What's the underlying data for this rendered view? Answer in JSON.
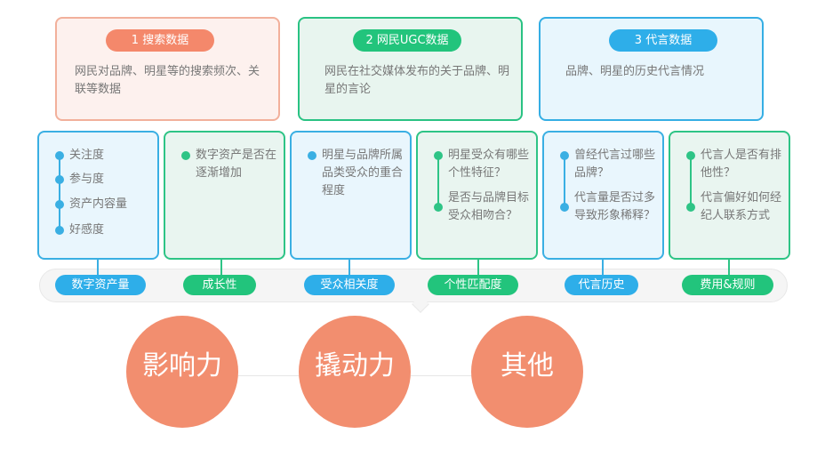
{
  "sources": [
    {
      "label": "1 搜索数据",
      "description": "网民对品牌、明星等的搜索频次、关联等数据",
      "color": "#f4886b"
    },
    {
      "label": "2  网民UGC数据",
      "description": "网民在社交媒体发布的关于品牌、明星的言论",
      "color": "#22c47c"
    },
    {
      "label": "3 代言数据",
      "description": "品牌、明星的历史代言情况",
      "color": "#2eaee9"
    }
  ],
  "metrics": [
    {
      "tag": "数字资产量",
      "color": "blue",
      "items": [
        "关注度",
        "参与度",
        "资产内容量",
        "好感度"
      ]
    },
    {
      "tag": "成长性",
      "color": "green",
      "items": [
        "数字资产是否在逐渐增加"
      ]
    },
    {
      "tag": "受众相关度",
      "color": "blue",
      "items": [
        "明星与品牌所属品类受众的重合程度"
      ]
    },
    {
      "tag": "个性匹配度",
      "color": "green",
      "items": [
        "明星受众有哪些个性特征？",
        "是否与品牌目标受众相吻合？"
      ]
    },
    {
      "tag": "代言历史",
      "color": "blue",
      "items": [
        "曾经代言过哪些品牌？",
        "代言量是否过多导致形象稀释？"
      ]
    },
    {
      "tag": "费用&规则",
      "color": "green",
      "items": [
        "代言人是否有排他性？",
        "代言偏好如何经纪人联系方式"
      ]
    }
  ],
  "categories": [
    "影响力",
    "撬动力",
    "其他"
  ],
  "colors": {
    "orange": "#f28e6f",
    "green": "#22c47c",
    "blue": "#2eaee9"
  }
}
